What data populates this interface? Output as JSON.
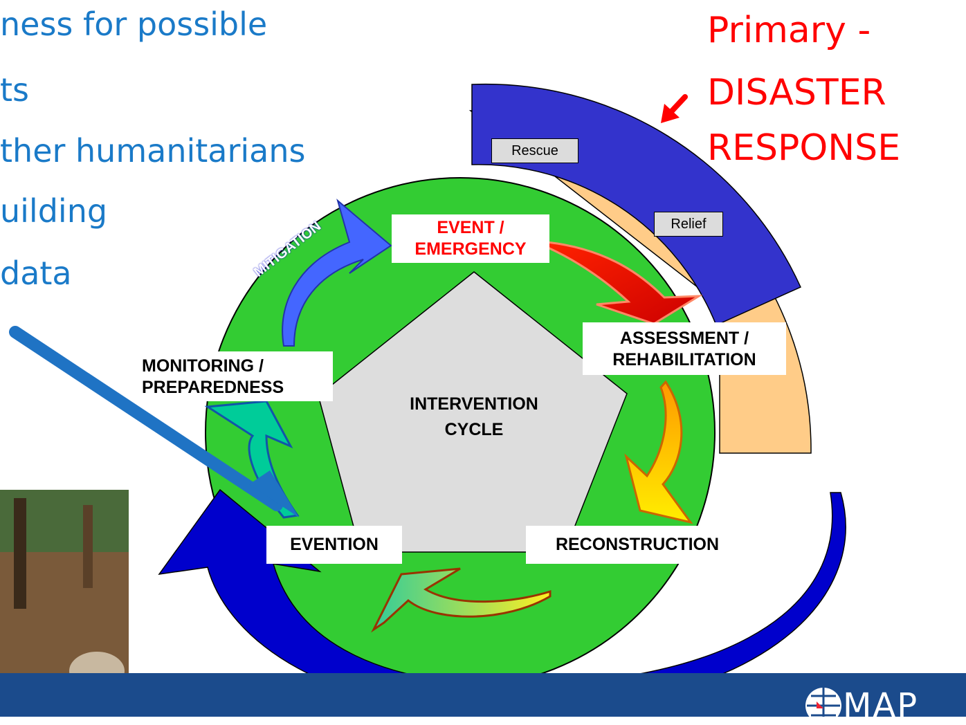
{
  "bullets": [
    "ness for possible",
    "ts",
    "ther humanitarians",
    "uilding",
    "data"
  ],
  "primary_label": [
    "Primary -",
    "DISASTER",
    "RESPONSE"
  ],
  "small_boxes": {
    "rescue": "Rescue",
    "relief": "Relief"
  },
  "stages": {
    "event": [
      "EVENT /",
      "EMERGENCY"
    ],
    "assessment": [
      "ASSESSMENT /",
      "REHABILITATION"
    ],
    "reconstruction": "RECONSTRUCTION",
    "prevention": "EVENTION",
    "monitoring": [
      "MONITORING /",
      "PREPAREDNESS"
    ]
  },
  "mitigation_label": "MITIGATION",
  "center_label": [
    "INTERVENTION",
    "CYCLE"
  ],
  "footer": {
    "logo_text": "MAP"
  },
  "colors": {
    "bullet_text": "#1a7ac8",
    "primary_text": "#ff0000",
    "circle_fill": "#33cc33",
    "pentagon_fill": "#dddddd",
    "response_band": "#3333cc",
    "band_tan": "#ffcc88",
    "event_text": "#ff0000",
    "footer_bar": "#1b4b8c"
  },
  "icons": [
    "blue-pointer-arrow-icon",
    "red-curved-arrow-icon",
    "orange-curved-arrow-icon",
    "globe-logo-icon"
  ]
}
